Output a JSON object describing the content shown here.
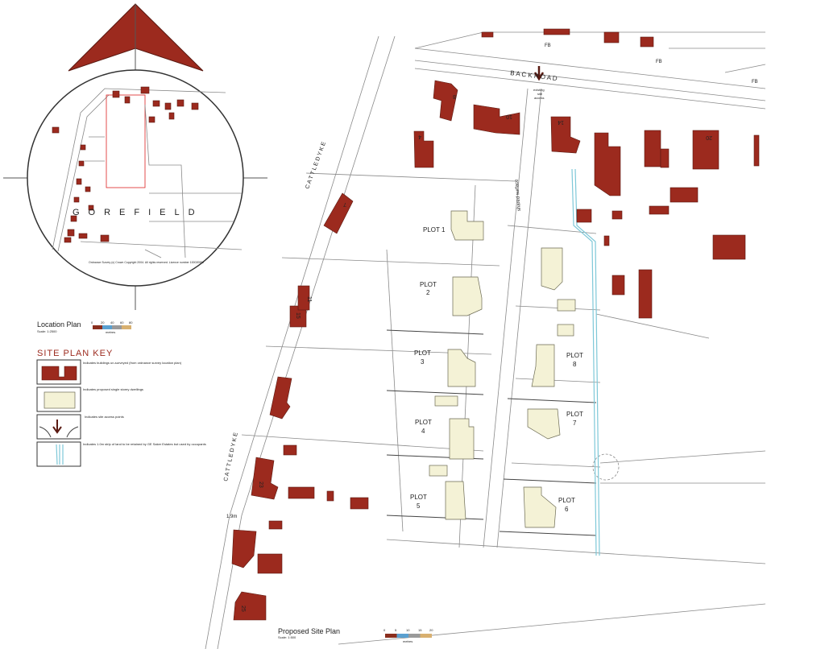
{
  "location_plan": {
    "title": "Location Plan",
    "scale": "Scale: 1:2500",
    "village": "GOREFIELD",
    "copyright": "Ordnance Survey (c) Crown Copyright 2004. All rights reserved. Licence number 100020992",
    "scale_bar": {
      "ticks": [
        "0",
        "20",
        "40",
        "60",
        "80"
      ],
      "unit": "metres"
    }
  },
  "key": {
    "title": "SITE PLAN KEY",
    "items": [
      {
        "text": "Indicates buildings un-surveyed (from ordnance survey location plan)"
      },
      {
        "text": "Indicates proposed single storey dwellings"
      },
      {
        "text": "Indicates site access points"
      },
      {
        "text": "Indicates 1.0m strip of land to be retained by GE Saker Estates but used by occupants"
      }
    ]
  },
  "site_plan": {
    "title": "Proposed Site Plan",
    "scale": "Scale: 1:500",
    "scale_bar": {
      "ticks": [
        "0",
        "5",
        "10",
        "15",
        "20"
      ],
      "unit": "metres",
      "colors": [
        "#8a2e1e",
        "#5aa0d0",
        "#9a9a9a",
        "#d8b070"
      ]
    },
    "roads": {
      "back_road": "B A C K   R O A D",
      "cattle_dyke_top": "C A T T L E   D Y K E",
      "cattle_dyke_bottom": "C A T T L E   D Y K E",
      "shared_surface": "shared surface"
    },
    "access_label": [
      "existing",
      "site",
      "access"
    ],
    "fb_labels": [
      "FB",
      "FB",
      "FB"
    ],
    "house_numbers": [
      "8",
      "10",
      "4",
      "14",
      "20",
      "7",
      "11",
      "15",
      "23",
      "25"
    ],
    "dimension": "1.9m",
    "plots": [
      {
        "l1": "PLOT 1",
        "l2": ""
      },
      {
        "l1": "PLOT",
        "l2": "2"
      },
      {
        "l1": "PLOT",
        "l2": "3"
      },
      {
        "l1": "PLOT",
        "l2": "4"
      },
      {
        "l1": "PLOT",
        "l2": "5"
      },
      {
        "l1": "PLOT",
        "l2": "6"
      },
      {
        "l1": "PLOT",
        "l2": "7"
      },
      {
        "l1": "PLOT",
        "l2": "8"
      }
    ]
  },
  "colors": {
    "existing_building": "#9c2a1e",
    "proposed_dwelling": "#f4f2d6",
    "water_strip": "#7ec8d8",
    "north_arrow": "#9c2a1e"
  }
}
